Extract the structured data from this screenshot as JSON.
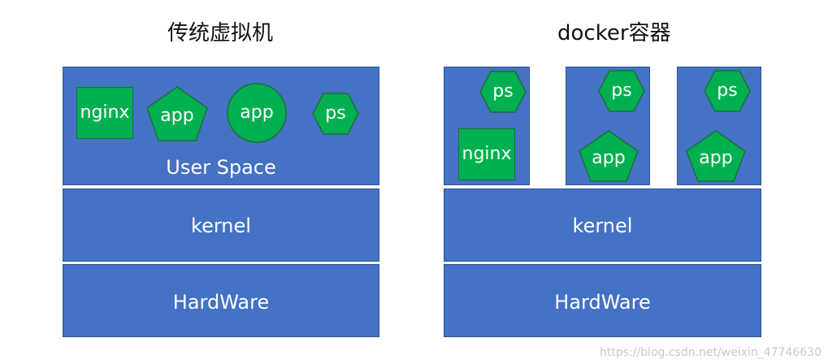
{
  "left": {
    "title": "传统虚拟机",
    "user_space_label": "User Space",
    "kernel_label": "kernel",
    "hardware_label": "HardWare",
    "apps": [
      "nginx",
      "app",
      "app",
      "ps"
    ]
  },
  "right": {
    "title": "docker容器",
    "kernel_label": "kernel",
    "hardware_label": "HardWare",
    "containers": [
      {
        "items": [
          "ps",
          "nginx"
        ]
      },
      {
        "items": [
          "ps",
          "app"
        ]
      },
      {
        "items": [
          "ps",
          "app"
        ]
      }
    ]
  },
  "colors": {
    "layer_blue": "#4472c4",
    "app_green": "#00b050"
  },
  "watermark": "https://blog.csdn.net/weixin_47746630"
}
